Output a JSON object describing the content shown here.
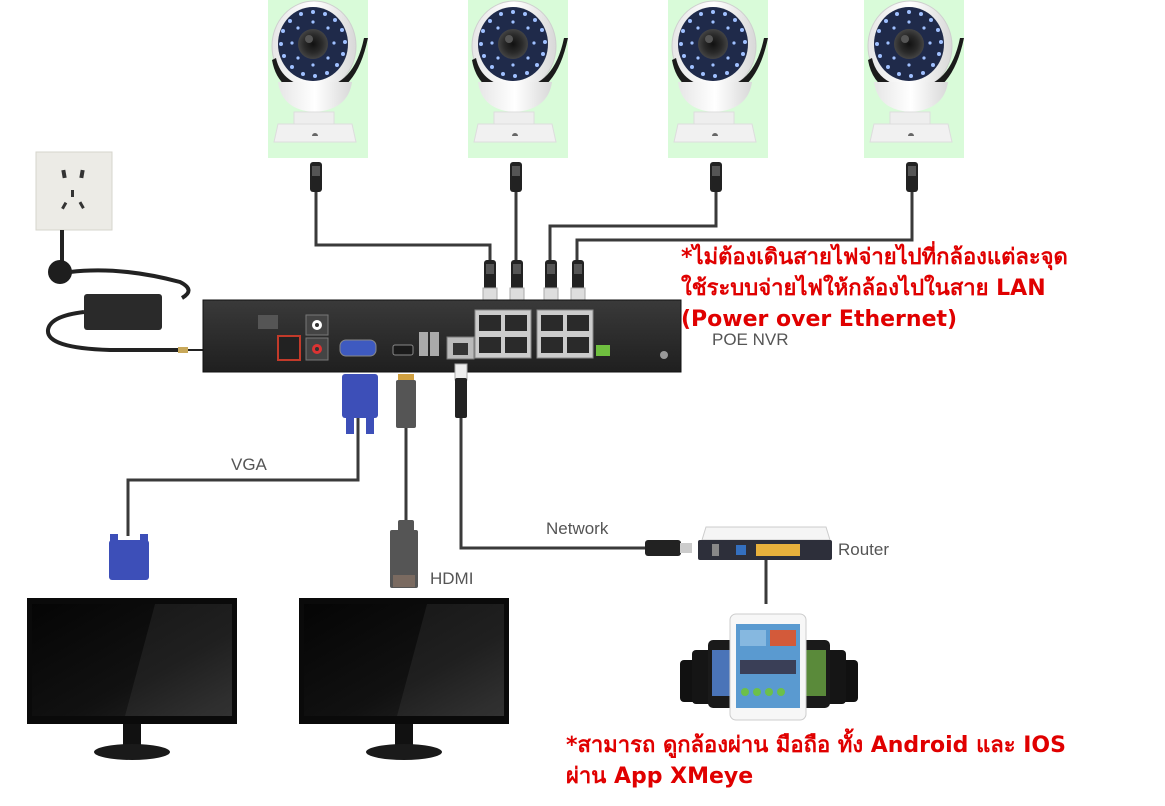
{
  "diagram": {
    "title": "POE NVR CCTV connection diagram",
    "device_label": "POE NVR",
    "connection_labels": {
      "vga": "VGA",
      "hdmi": "HDMI",
      "network": "Network",
      "router": "Router"
    },
    "cameras": [
      {
        "id": "camera-1"
      },
      {
        "id": "camera-2"
      },
      {
        "id": "camera-3"
      },
      {
        "id": "camera-4"
      }
    ],
    "notes": {
      "poe_note": {
        "line1": "*ไม่ต้องเดินสายไฟจ่ายไปที่กล้องแต่ละจุด",
        "line2": "ใช้ระบบจ่ายไฟให้กล้องไปในสาย LAN",
        "line3": "(Power over Ethernet)"
      },
      "mobile_note": {
        "line1": "*สามารถ ดูกล้องผ่าน มือถือ ทั้ง Android และ IOS",
        "line2": "ผ่าน App XMeye"
      }
    },
    "colors": {
      "note_text": "#e00000",
      "camera_bg": "#d9fbd9",
      "cable": "#3a3a3a",
      "nvr_body": "#2b2b2b",
      "vga_connector": "#3d4fb8",
      "router_ports": "#e8b13c"
    }
  }
}
